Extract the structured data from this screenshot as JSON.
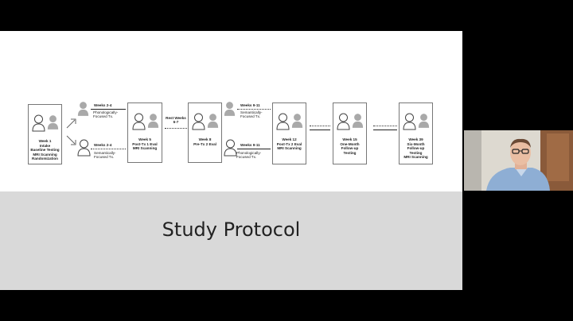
{
  "slide": {
    "title": "Study Protocol",
    "boxes": {
      "week1": "Week 1\nIntake\nBaseline Testing\nMRI Scanning\nRandomization",
      "week5": "Week 5\nPost-Tx 1 Eval\nMRI Scanning",
      "week8": "Week 8\nPre-Tx 2 Eval",
      "week12": "Week 12\nPost-Tx 2 Eval\nMRI Scanning",
      "week15": "Week 15\nOne-Month\nFollow-up\nTesting",
      "week39": "Week 39\nSix-Month\nFollow-up\nTesting\nMRI Scanning"
    },
    "arms": {
      "top_weeks": "Weeks 2-4",
      "top_tx": "Phonologically-\nFocused Tx.",
      "bottom_weeks": "Weeks 2-4",
      "bottom_tx": "Semantically-\nFocused Tx.",
      "rest": "Rest Weeks\n6-7",
      "top2_weeks": "Weeks 9-11",
      "top2_tx": "Semantically-\nFocused Tx.",
      "bottom2_weeks": "Weeks 9-11",
      "bottom2_tx": "Phonologically-\nFocused Tx."
    }
  },
  "colors": {
    "background": "#000000",
    "slide": "#ffffff",
    "band": "#d9d9d9",
    "person_gray": "#a9a9a9"
  },
  "icons": {
    "person_outline": "person-outline-icon",
    "person_filled": "person-filled-icon",
    "arrow": "arrow-icon"
  }
}
